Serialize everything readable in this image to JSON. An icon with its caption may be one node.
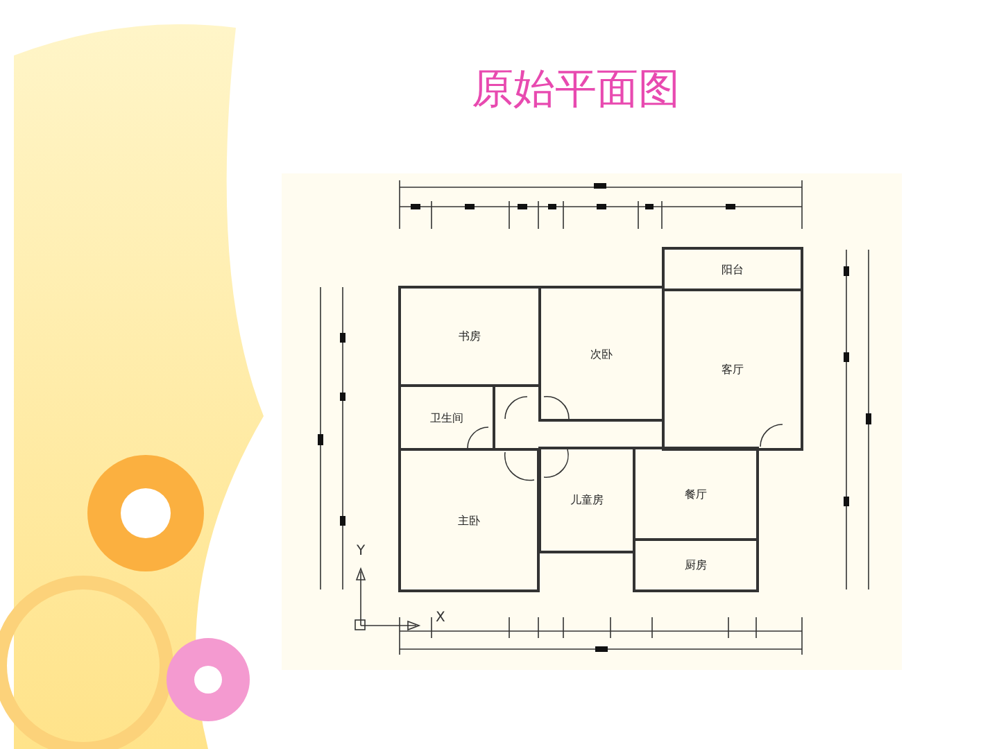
{
  "diagram": {
    "title": "原始平面图",
    "nodes": [
      {
        "text": [
          "阳台"
        ]
      },
      {
        "text": [
          "书房"
        ]
      },
      {
        "text": [
          "次卧"
        ]
      },
      {
        "text": [
          "客厅"
        ]
      },
      {
        "text": [
          "卫生间"
        ]
      },
      {
        "text": [
          "主卧"
        ]
      },
      {
        "text": [
          "儿童房"
        ]
      },
      {
        "text": [
          "餐厅"
        ]
      },
      {
        "text": [
          "厨房"
        ]
      }
    ],
    "labels": [
      "Y",
      "X"
    ]
  }
}
